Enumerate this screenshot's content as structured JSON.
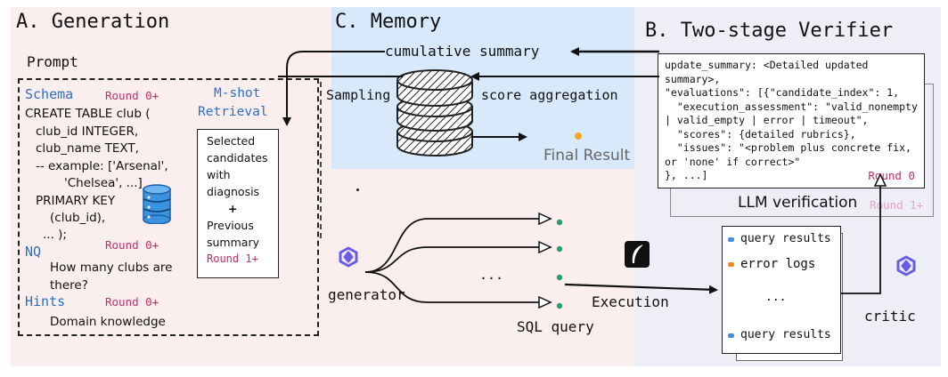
{
  "sections": {
    "generation": "A. Generation",
    "memory": "C. Memory",
    "verifier": "B. Two-stage Verifier"
  },
  "prompt": {
    "title": "Prompt",
    "schema_label": "Schema",
    "schema_round": "Round 0+",
    "schema_lines": [
      "CREATE TABLE club (",
      "club_id INTEGER,",
      "club_name TEXT,",
      "-- example: ['Arsenal',",
      "'Chelsea', ...]",
      "PRIMARY KEY",
      "(club_id),",
      "... );"
    ],
    "nq_label": "NQ",
    "nq_round": "Round 0+",
    "nq_text": [
      "How many clubs are",
      "there?"
    ],
    "hints_label": "Hints",
    "hints_round": "Round 0+",
    "hints_text": "Domain knowledge"
  },
  "mshot": {
    "line1": "M-shot",
    "line2": "Retrieval"
  },
  "candidates": {
    "lines": [
      "Selected",
      "candidates",
      "with",
      "diagnosis",
      "+",
      "Previous",
      "summary"
    ],
    "round": "Round 1+"
  },
  "memory": {
    "cumulative_summary": "cumulative summary",
    "sampling": "Sampling",
    "score_aggregation": "score aggregation",
    "final_result": "Final Result",
    "colors": {
      "result_dot": "#f5a623"
    }
  },
  "generation_flow": {
    "generator": "generator",
    "ellipsis": "...",
    "sql_query": "SQL query",
    "execution": "Execution",
    "critic": "critic"
  },
  "verifier": {
    "lines": [
      "update_summary: <Detailed updated",
      "summary>,",
      "\"evaluations\": [{\"candidate_index\": 1,",
      "  \"execution_assessment\": \"valid_nonempty",
      "| valid_empty | error | timeout\",",
      "  \"scores\": {detailed rubrics},",
      "  \"issues\": \"<problem plus concrete fix,",
      "or 'none' if correct>\"",
      "}, ...]"
    ],
    "round_front": "Round 0",
    "round_back": "Round 1+",
    "llm_verification": "LLM verification"
  },
  "results": {
    "items": [
      "query results",
      "error logs",
      "...",
      "query results"
    ],
    "icons": [
      "query-results-icon",
      "error-logs-icon",
      "",
      "query-results-icon"
    ],
    "colors": {
      "query": "#4a90d9",
      "error": "#f08a1c"
    }
  },
  "colors": {
    "generation_bg": "#fbeeee",
    "memory_bg": "#d7e9fa",
    "verifier_bg": "#eeeef6",
    "label_blue": "#2a6fc9",
    "round_pink": "#c0306a",
    "query_dot": "#2e9e6a"
  }
}
